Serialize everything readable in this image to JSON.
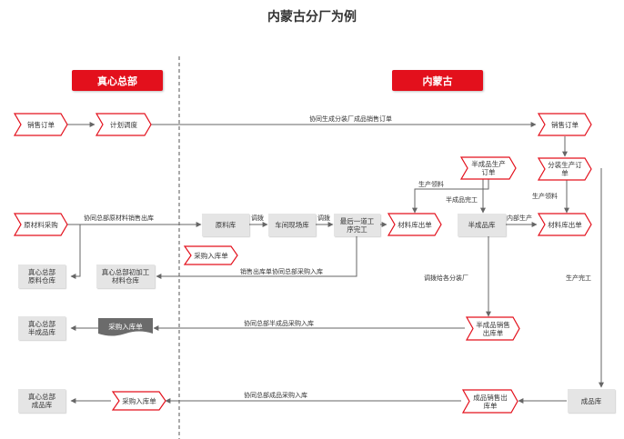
{
  "title": "内蒙古分厂为例",
  "headers": {
    "left": "真心总部",
    "right": "内蒙古"
  },
  "nodes": {
    "xiaoshou_order_left": "销售订单",
    "jihua_tiaodu": "计划调度",
    "xiaoshou_order_right": "销售订单",
    "fenzhuang_order": "分装生产订单",
    "banchengpin_order": "半成品生产订单",
    "yuancailiao_caigou": "原材料采购",
    "yuanliaoku": "原料库",
    "chejian_xianchang": "车间现场库",
    "zuihou_gongxu": "最后一道工序完工",
    "cailiaoku_chudan_1": "材料库出单",
    "banchengpinku": "半成品库",
    "cailiaoku_chudan_2": "材料库出单",
    "caigou_ruku_mid": "采购入库单",
    "zongbu_yuanliao_cang": "真心总部原料仓库",
    "zongbu_chujiagong_cang": "真心总部初加工材料仓库",
    "zongbu_banchengpin_cang": "真心总部半成品库",
    "caigou_ruku_doc": "采购入库单",
    "banchengpin_xiaoshou_chuku": "半成品销售出库单",
    "zongbu_chengpin_cang": "真心总部成品库",
    "caigou_ruku_bottom": "采购入库单",
    "chengpin_xiaoshou_chuku": "成品销售出库单",
    "chengpinku": "成品库"
  },
  "labels": {
    "xietong_chengpin_order": "协同生成分装厂成品销售订单",
    "xietong_yuancailiao_chuku": "协同总部原材料销售出库",
    "tiaobo_1": "调拨",
    "tiaobo_2": "调拨",
    "shengchan_lingliao_1": "生产领料",
    "banchengpin_wangong": "半成品完工",
    "neibu_shengchan": "内部生产",
    "shengchan_lingliao_2": "生产领料",
    "xiaoshou_chuku_xietong": "销售出库单协同总部采购入库",
    "tiaobo_gei_fenzhuang": "调拨给各分装厂",
    "shengchan_wangong": "生产完工",
    "xietong_banchengpin_ruku": "协同总部半成品采购入库",
    "xietong_chengpin_ruku": "协同总部成品采购入库"
  },
  "colors": {
    "header": "#e3101c",
    "tag_border": "#e3101c",
    "box_fill": "#e5e5e5",
    "doc_fill": "#6b6b6b",
    "line": "#666666"
  }
}
